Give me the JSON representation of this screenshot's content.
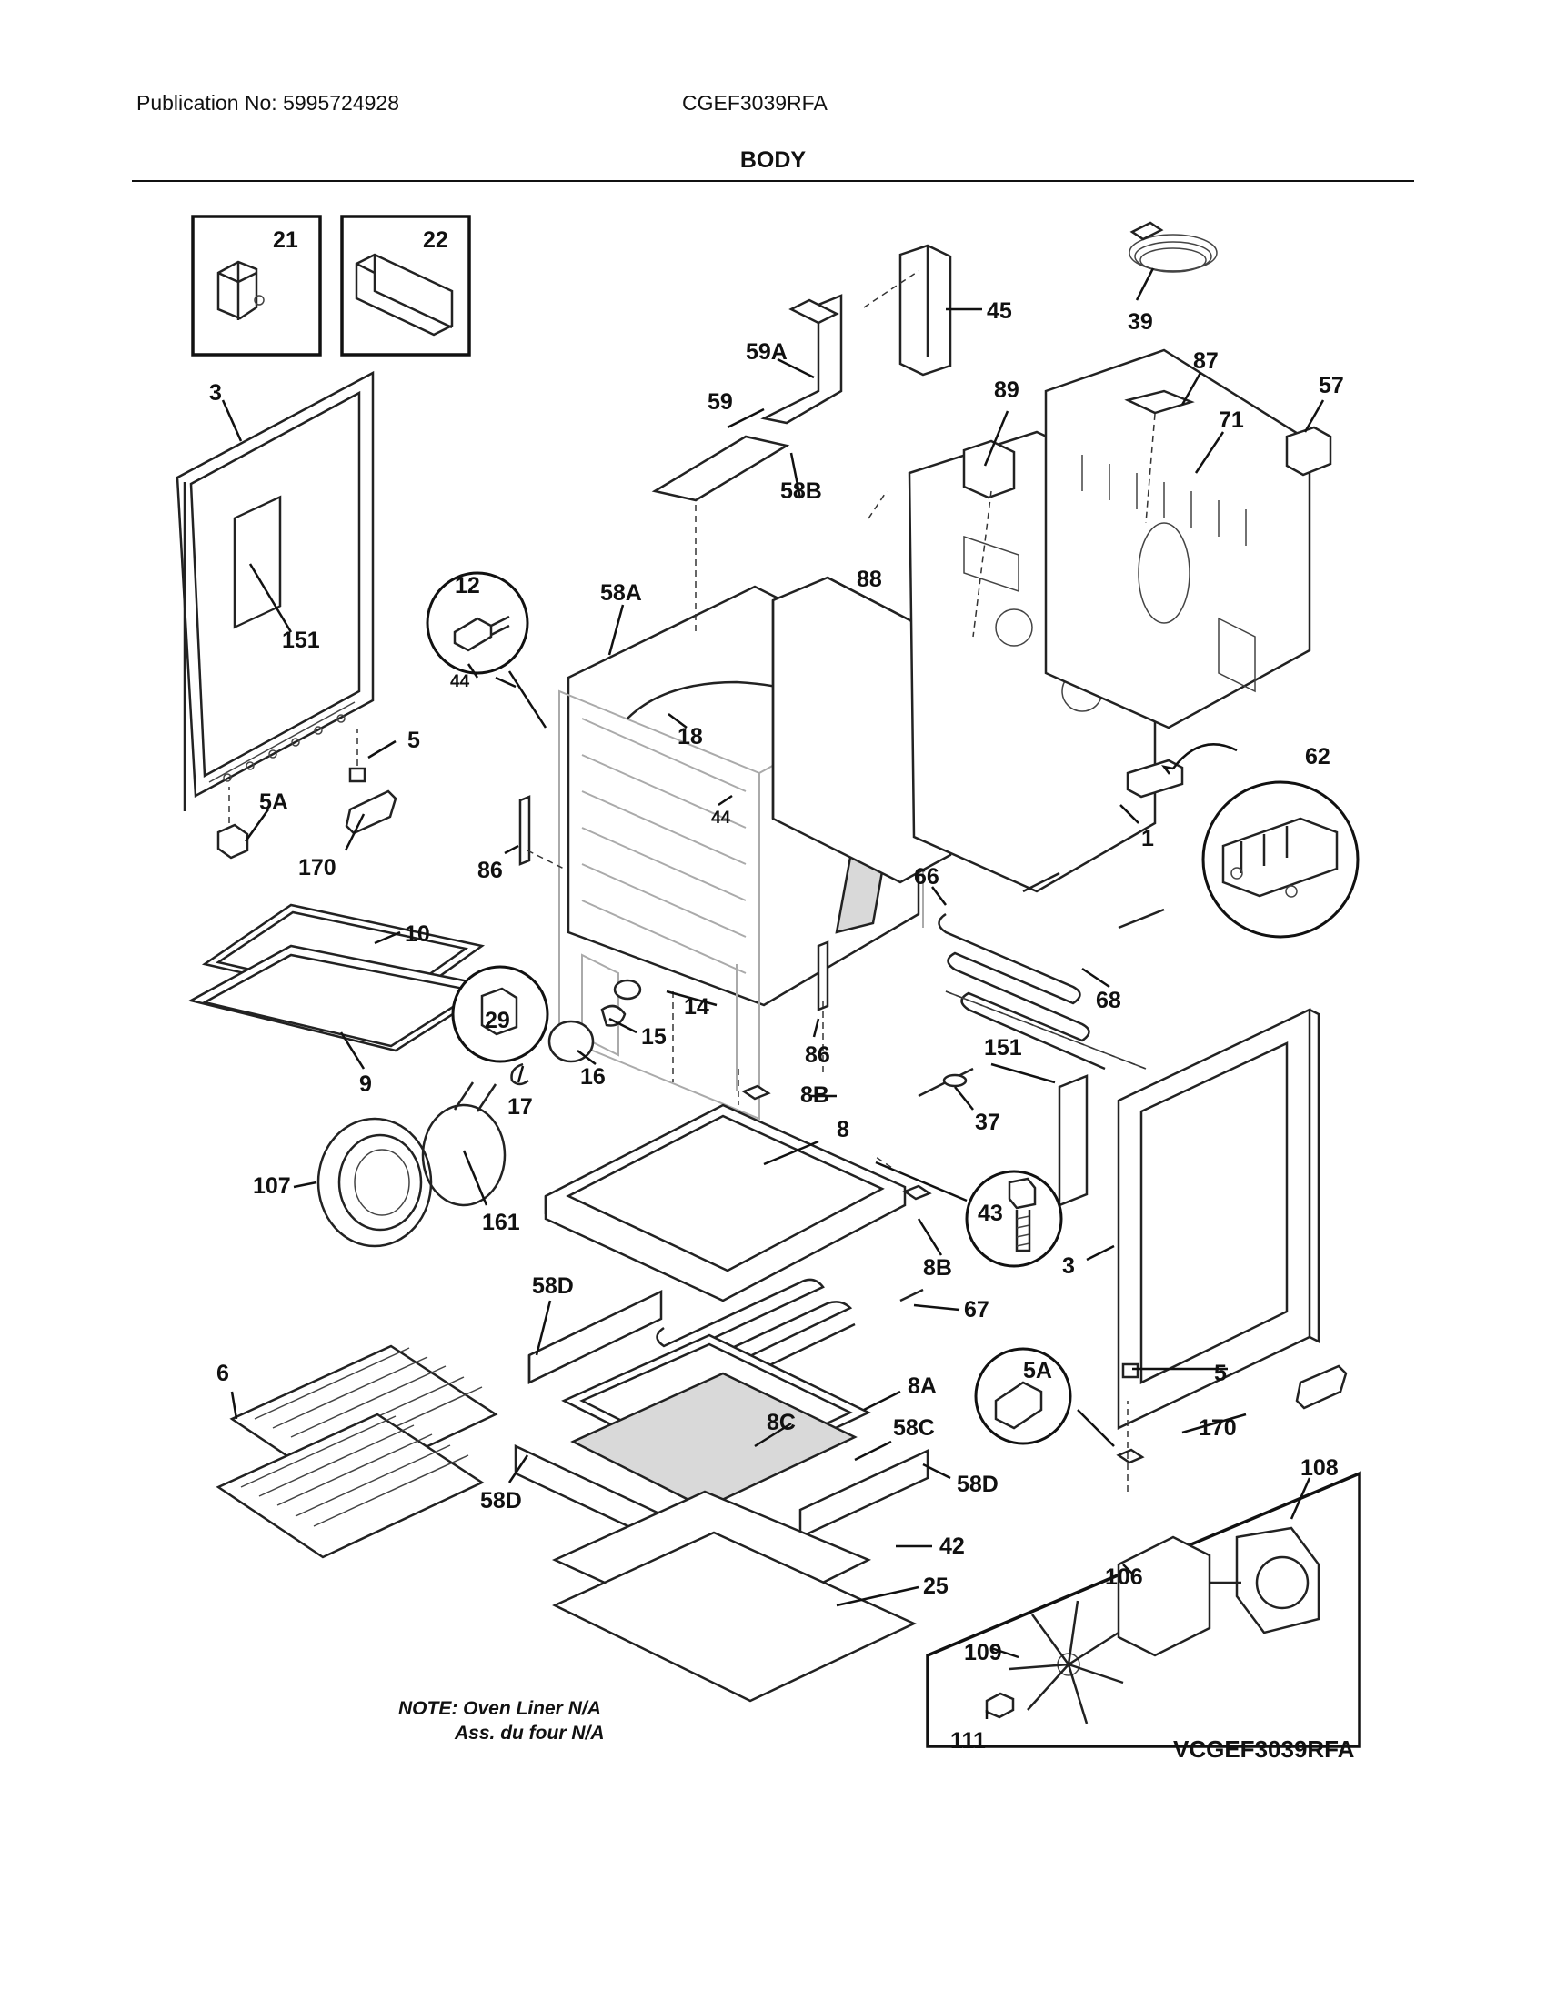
{
  "header": {
    "publication": "Publication No: 5995724928",
    "model": "CGEF3039RFA",
    "section_title": "BODY"
  },
  "note": {
    "line1": "NOTE: Oven Liner N/A",
    "line2": "Ass. du four N/A"
  },
  "variant_label": "VCGEF3039RFA",
  "callouts": {
    "c21": "21",
    "c22": "22",
    "c3_left": "3",
    "c151_left": "151",
    "c5_left": "5",
    "c5a_left": "5A",
    "c170_left": "170",
    "c10": "10",
    "c9": "9",
    "c12": "12",
    "c44_top": "44",
    "c58a": "58A",
    "c18": "18",
    "c44_mid": "44",
    "c86_left": "86",
    "c59": "59",
    "c59a": "59A",
    "c58b": "58B",
    "c88": "88",
    "c45": "45",
    "c39": "39",
    "c89": "89",
    "c87": "87",
    "c57": "57",
    "c71": "71",
    "c62": "62",
    "c1": "1",
    "c66": "66",
    "c68": "68",
    "c29": "29",
    "c14": "14",
    "c15": "15",
    "c16": "16",
    "c17": "17",
    "c86_right": "86",
    "c8b_top": "8B",
    "c151_right": "151",
    "c37": "37",
    "c8": "8",
    "c43": "43",
    "c8b_low": "8B",
    "c3_right": "3",
    "c107": "107",
    "c161": "161",
    "c58d_top": "58D",
    "c67": "67",
    "c5a_right": "5A",
    "c5_right": "5",
    "c170_right": "170",
    "c6": "6",
    "c8a": "8A",
    "c8c": "8C",
    "c58c": "58C",
    "c58d_left": "58D",
    "c58d_right": "58D",
    "c42": "42",
    "c25": "25",
    "c108": "108",
    "c106": "106",
    "c109": "109",
    "c111": "111"
  }
}
